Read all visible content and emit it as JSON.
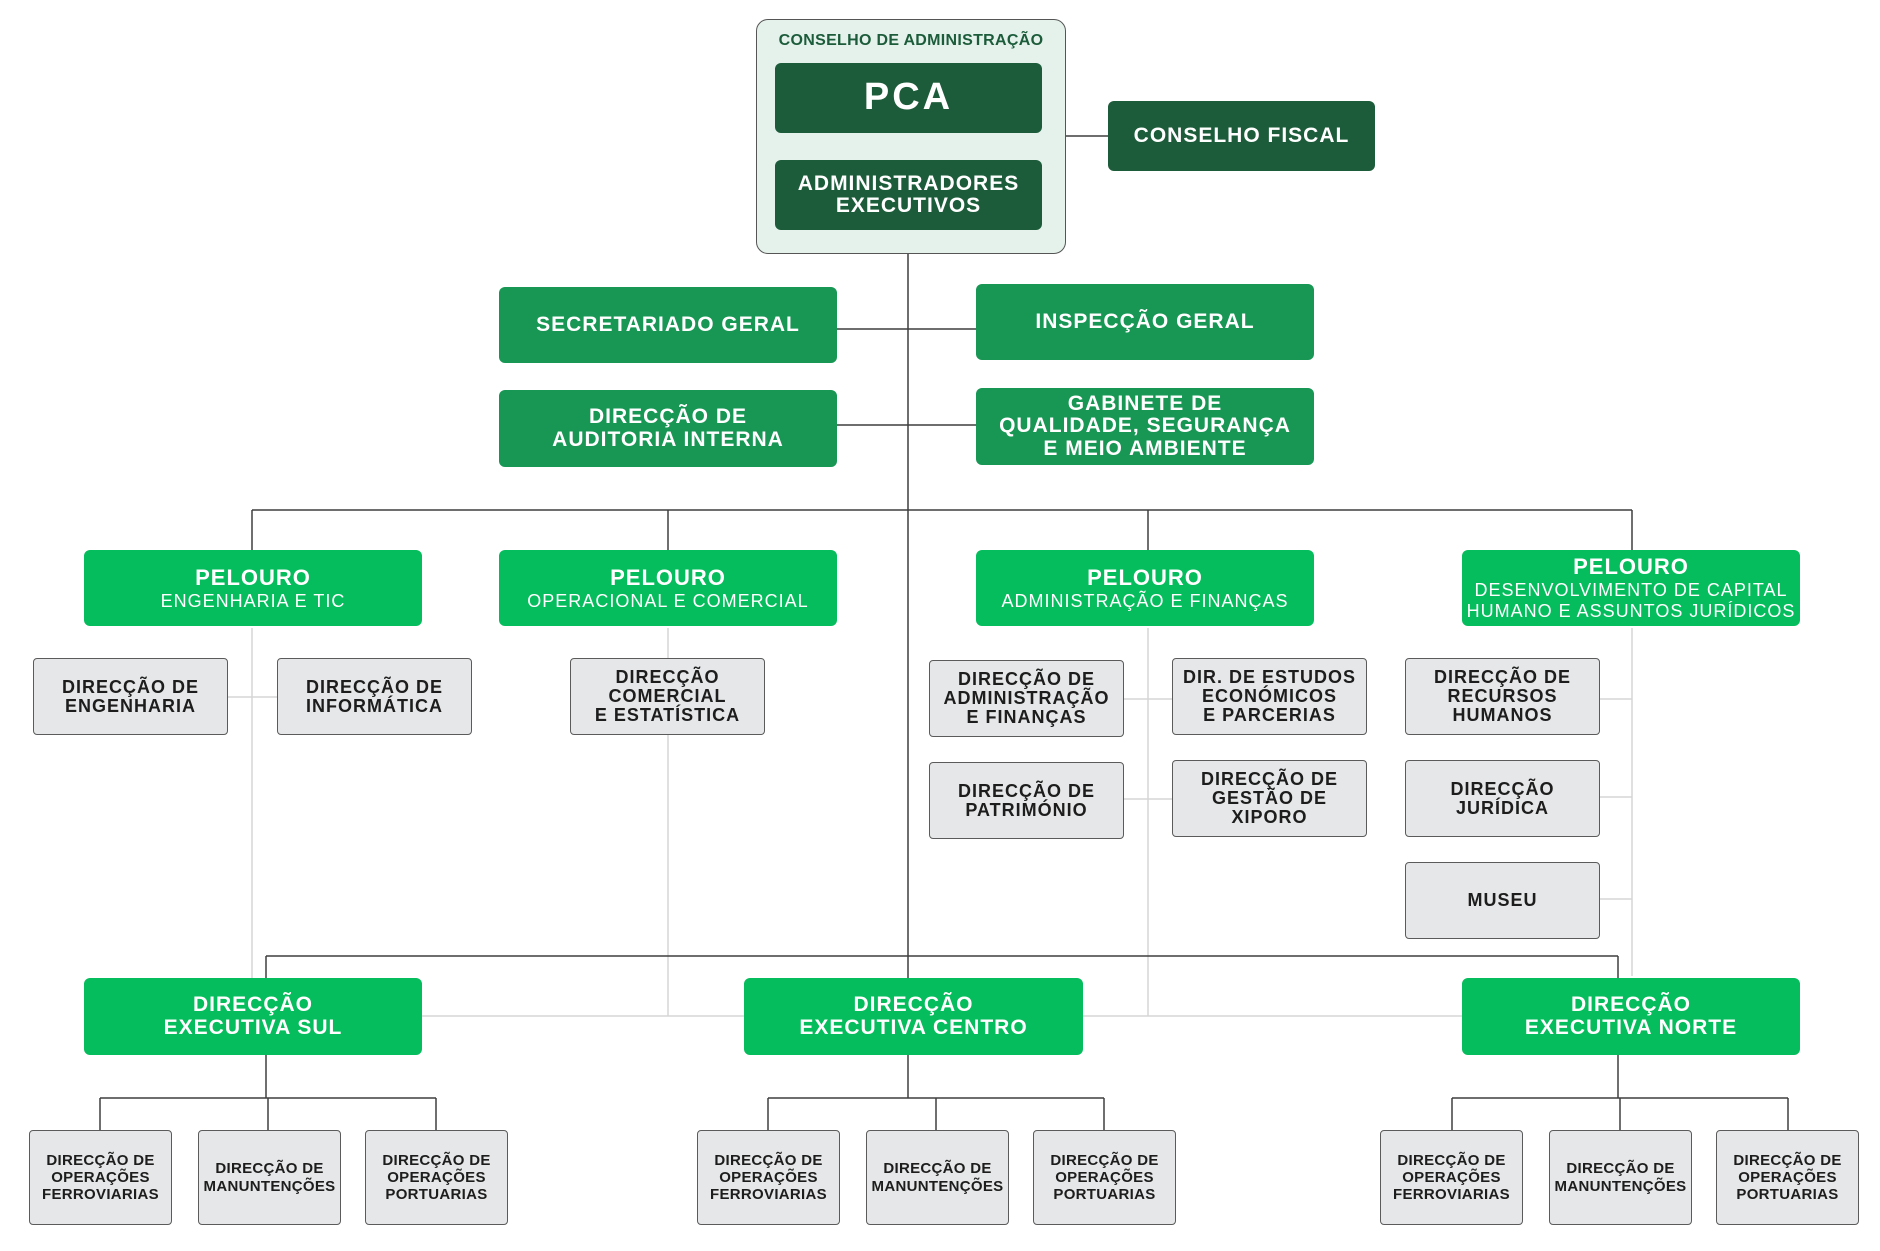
{
  "colors": {
    "dark_green": "#1c5c3a",
    "mid_green": "#179654",
    "bright_green": "#05bd5c",
    "grey_box": "#e6e7e8",
    "council_bg": "#e5f2ec",
    "line": "#444444"
  },
  "top": {
    "council_label": "CONSELHO DE ADMINISTRAÇÃO",
    "pca": "PCA",
    "admin_exec": [
      "ADMINISTRADORES",
      "EXECUTIVOS"
    ],
    "conselho_fiscal": "CONSELHO FISCAL"
  },
  "staff": {
    "secretariado": "SECRETARIADO GERAL",
    "inspeccao": "INSPECÇÃO GERAL",
    "auditoria": [
      "DIRECÇÃO DE",
      "AUDITORIA INTERNA"
    ],
    "gabinete": [
      "GABINETE DE",
      "QUALIDADE, SEGURANÇA",
      "E MEIO AMBIENTE"
    ]
  },
  "pelouros": [
    {
      "title": "PELOURO",
      "subtitle": [
        "ENGENHARIA E TIC"
      ],
      "directions": [
        [
          "DIRECÇÃO DE",
          "ENGENHARIA"
        ],
        [
          "DIRECÇÃO DE",
          "INFORMÁTICA"
        ]
      ]
    },
    {
      "title": "PELOURO",
      "subtitle": [
        "OPERACIONAL E COMERCIAL"
      ],
      "directions": [
        [
          "DIRECÇÃO",
          "COMERCIAL",
          "E ESTATÍSTICA"
        ]
      ]
    },
    {
      "title": "PELOURO",
      "subtitle": [
        "ADMINISTRAÇÃO E FINANÇAS"
      ],
      "directions": [
        [
          "DIRECÇÃO DE",
          "ADMINISTRAÇÃO",
          "E FINANÇAS"
        ],
        [
          "DIR. DE ESTUDOS",
          "ECONÓMICOS",
          "E PARCERIAS"
        ],
        [
          "DIRECÇÃO DE",
          "PATRIMÓNIO"
        ],
        [
          "DIRECÇÃO DE",
          "GESTÃO DE",
          "XIPORO"
        ]
      ]
    },
    {
      "title": "PELOURO",
      "subtitle": [
        "DESENVOLVIMENTO DE CAPITAL",
        "HUMANO E ASSUNTOS JURÍDICOS"
      ],
      "directions": [
        [
          "DIRECÇÃO DE",
          "RECURSOS",
          "HUMANOS"
        ],
        [
          "DIRECÇÃO",
          "JURÍDICA"
        ],
        [
          "MUSEU"
        ]
      ]
    }
  ],
  "executives": [
    {
      "title": [
        "DIRECÇÃO",
        "EXECUTIVA SUL"
      ],
      "units": [
        [
          "DIRECÇÃO DE",
          "OPERAÇÕES",
          "FERROVIARIAS"
        ],
        [
          "DIRECÇÃO DE",
          "MANUNTENÇÕES"
        ],
        [
          "DIRECÇÃO DE",
          "OPERAÇÕES",
          "PORTUARIAS"
        ]
      ]
    },
    {
      "title": [
        "DIRECÇÃO",
        "EXECUTIVA CENTRO"
      ],
      "units": [
        [
          "DIRECÇÃO DE",
          "OPERAÇÕES",
          "FERROVIARIAS"
        ],
        [
          "DIRECÇÃO DE",
          "MANUNTENÇÕES"
        ],
        [
          "DIRECÇÃO DE",
          "OPERAÇÕES",
          "PORTUARIAS"
        ]
      ]
    },
    {
      "title": [
        "DIRECÇÃO",
        "EXECUTIVA NORTE"
      ],
      "units": [
        [
          "DIRECÇÃO DE",
          "OPERAÇÕES",
          "FERROVIARIAS"
        ],
        [
          "DIRECÇÃO DE",
          "MANUNTENÇÕES"
        ],
        [
          "DIRECÇÃO DE",
          "OPERAÇÕES",
          "PORTUARIAS"
        ]
      ]
    }
  ]
}
